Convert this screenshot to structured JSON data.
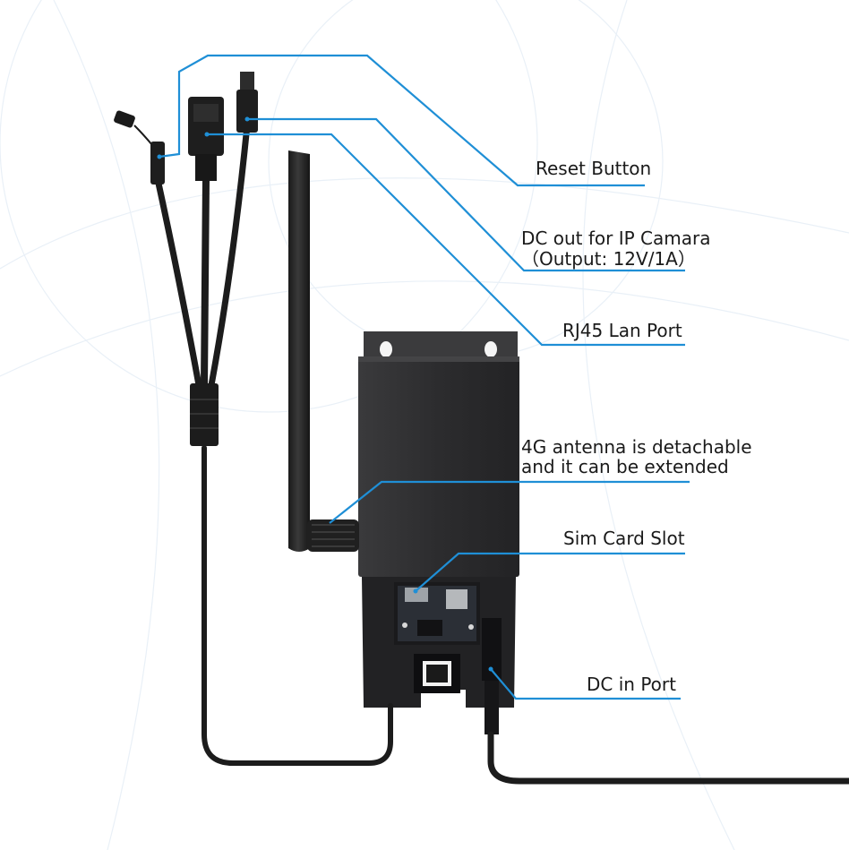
{
  "colors": {
    "callout_line": "#1f8fd6",
    "device_body": "#2a2a2c",
    "cable": "#1c1c1c",
    "background_pattern": "#eef3f8",
    "label_text": "#1a1a1a"
  },
  "labels": {
    "reset_button": "Reset Button",
    "dc_out_line1": "DC out for IP Camara",
    "dc_out_line2": "（Output: 12V/1A）",
    "rj45": "RJ45 Lan Port",
    "antenna_line1": "4G antenna is detachable",
    "antenna_line2": "and it can be extended",
    "sim_slot": "Sim Card Slot",
    "dc_in": "DC in Port"
  }
}
